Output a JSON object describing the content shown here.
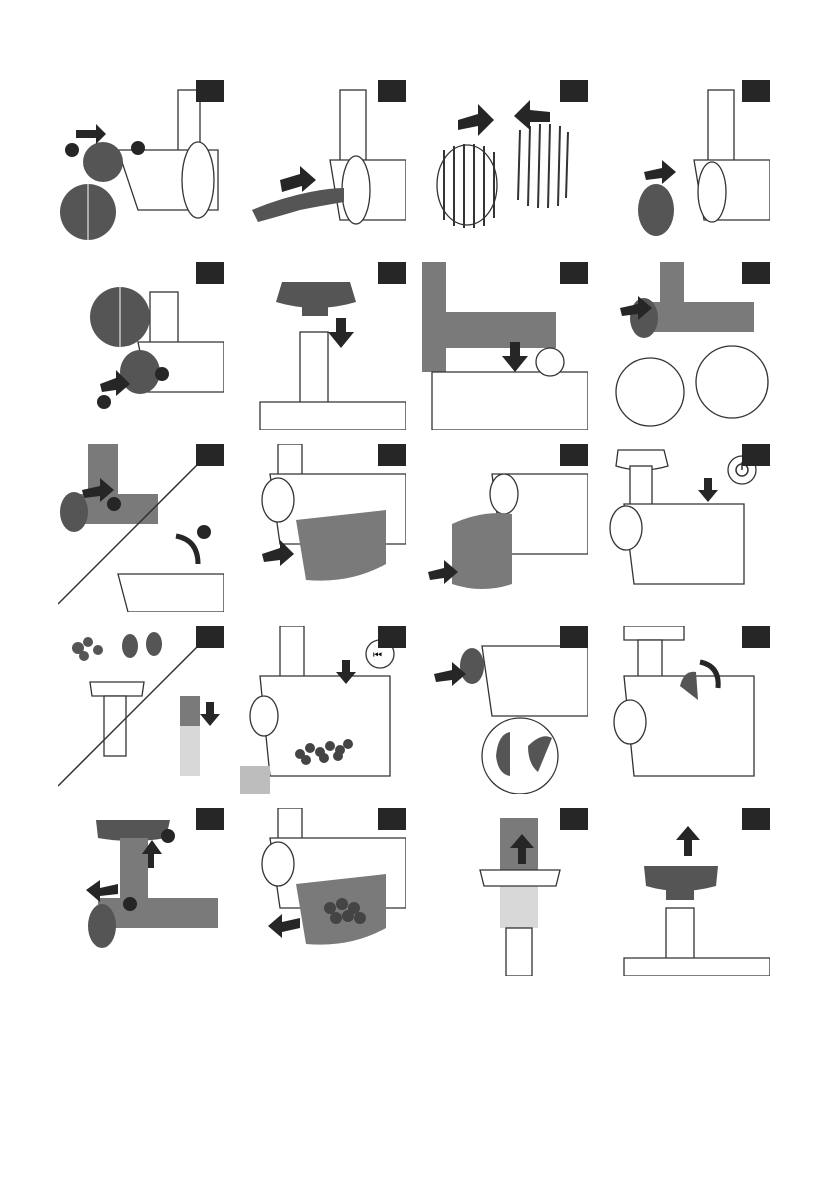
{
  "page": {
    "title": "",
    "panels": [
      {
        "id": "p1",
        "tag": ""
      },
      {
        "id": "p2",
        "tag": ""
      },
      {
        "id": "p3",
        "tag": ""
      },
      {
        "id": "p4",
        "tag": ""
      },
      {
        "id": "p5",
        "tag": ""
      },
      {
        "id": "p6",
        "tag": ""
      },
      {
        "id": "p7",
        "tag": ""
      },
      {
        "id": "p8",
        "tag": ""
      },
      {
        "id": "p9",
        "tag": ""
      },
      {
        "id": "p10",
        "tag": ""
      },
      {
        "id": "p11",
        "tag": ""
      },
      {
        "id": "p12",
        "tag": ""
      },
      {
        "id": "p13",
        "tag": ""
      },
      {
        "id": "p14",
        "tag": ""
      },
      {
        "id": "p15",
        "tag": ""
      },
      {
        "id": "p16",
        "tag": ""
      },
      {
        "id": "p17",
        "tag": ""
      },
      {
        "id": "p18",
        "tag": ""
      },
      {
        "id": "p19",
        "tag": ""
      },
      {
        "id": "p20",
        "tag": ""
      }
    ],
    "colors": {
      "tag_black": "#262626",
      "part_dark": "#555555",
      "part_mid": "#7a7a7a",
      "line": "#333333",
      "juice": "#bdbdbd"
    },
    "icons": [
      "power-icon",
      "reverse-icon"
    ]
  }
}
